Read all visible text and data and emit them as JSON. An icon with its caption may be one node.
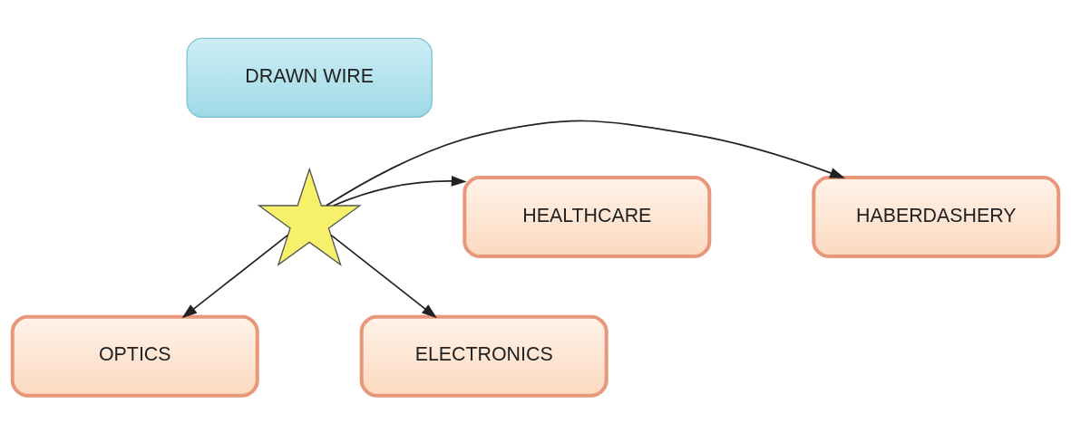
{
  "diagram": {
    "nodes": [
      {
        "text": [
          "DRAWN WIRE"
        ]
      },
      {
        "text": [],
        "shape": "star"
      },
      {
        "text": [
          "HABERDASHERY"
        ]
      },
      {
        "text": [
          "HEALTHCARE"
        ]
      },
      {
        "text": [
          "OPTICS"
        ]
      },
      {
        "text": [
          "ELECTRONICS"
        ]
      }
    ],
    "edges": [
      {
        "from": 1,
        "to": 2,
        "arrow": "to"
      },
      {
        "from": 1,
        "to": 3,
        "arrow": "to"
      },
      {
        "from": 1,
        "to": 4,
        "arrow": "to"
      },
      {
        "from": 1,
        "to": 5,
        "arrow": "to"
      }
    ]
  }
}
